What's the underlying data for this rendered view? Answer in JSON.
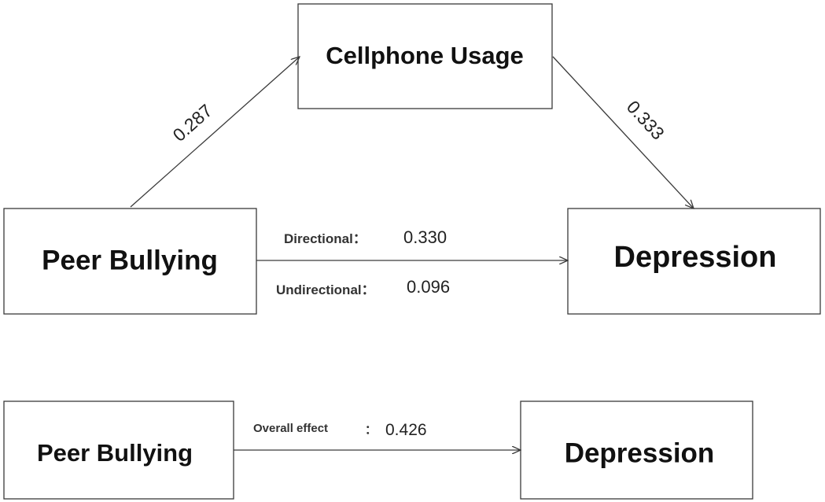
{
  "mediation_model": {
    "mediator": {
      "label": "Cellphone Usage"
    },
    "predictor": {
      "label": "Peer Bullying"
    },
    "outcome": {
      "label": "Depression"
    },
    "path_a": {
      "coefficient": "0.287"
    },
    "path_b": {
      "coefficient": "0.333"
    },
    "path_c_prime": {
      "directional_label": "Directional：",
      "directional_value": "0.330",
      "undirectional_label": "Undirectional：",
      "undirectional_value": "0.096"
    }
  },
  "total_effect_model": {
    "predictor": {
      "label": "Peer Bullying"
    },
    "outcome": {
      "label": "Depression"
    },
    "path_c": {
      "label": "Overall effect",
      "separator": "：",
      "value": "0.426"
    }
  },
  "colors": {
    "stroke": "#3a3a3a",
    "text": "#111111",
    "background": "#ffffff"
  }
}
